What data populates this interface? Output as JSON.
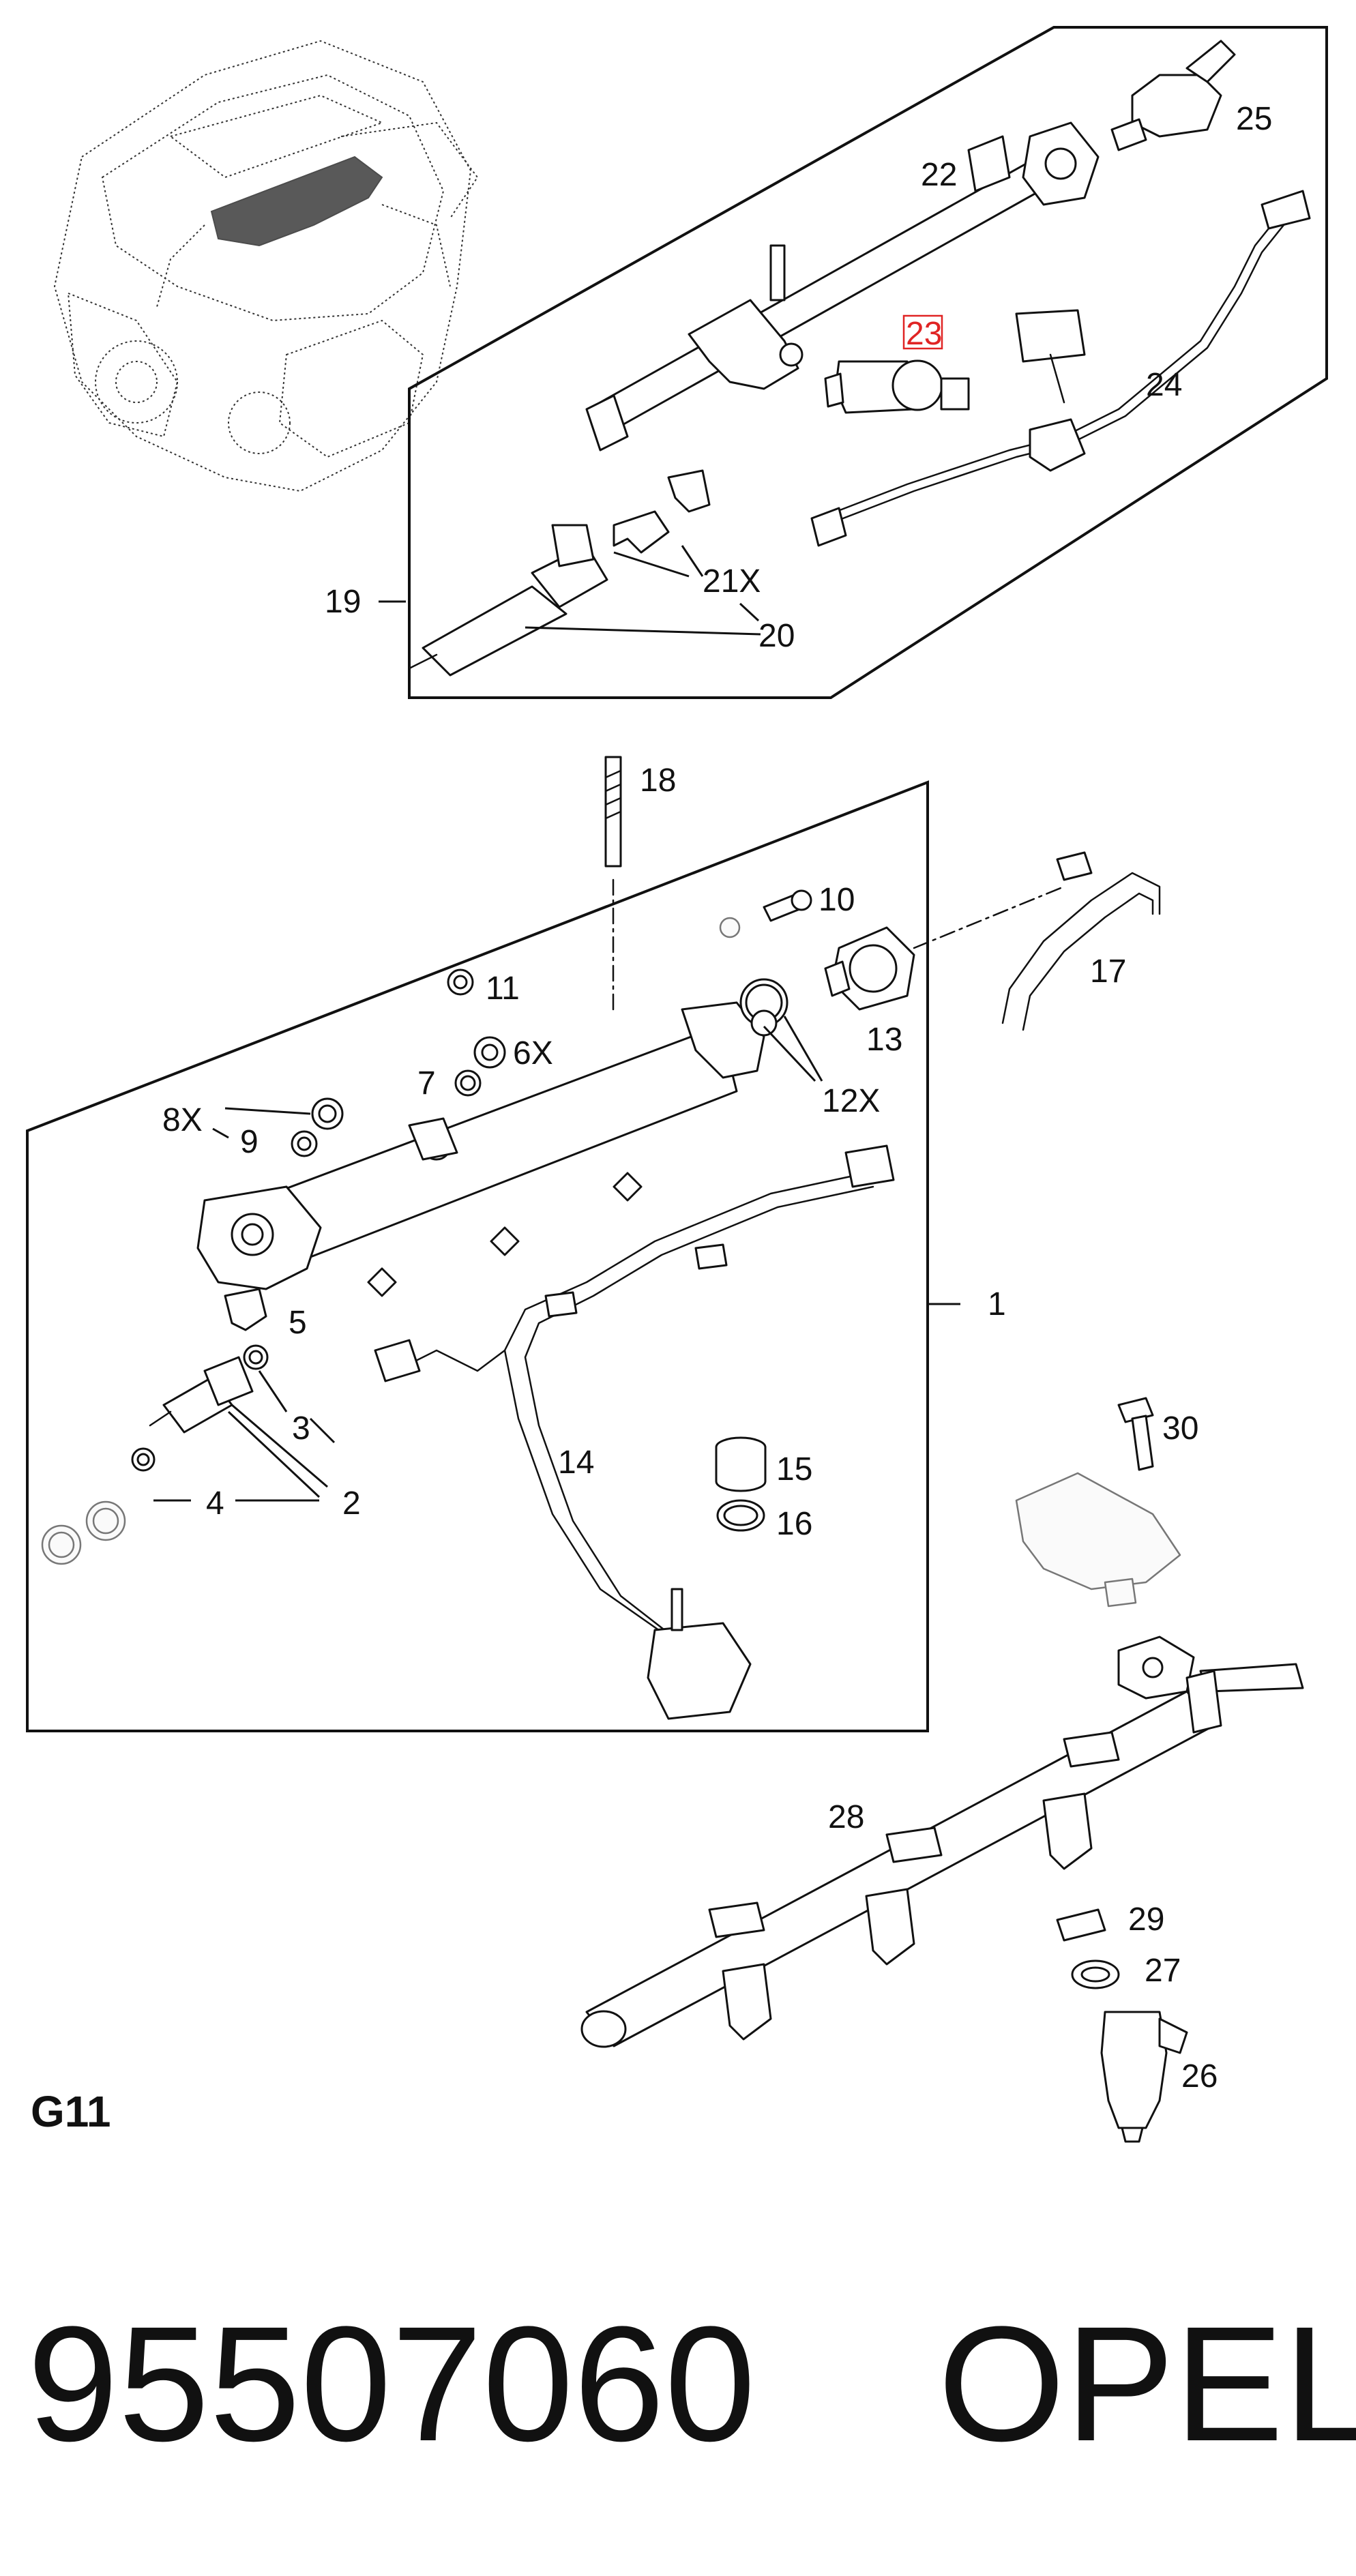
{
  "diagram": {
    "section_code": "G11",
    "part_number": "95507060",
    "brand": "OPEL",
    "highlight_color": "#e02424",
    "callouts": {
      "c1": "1",
      "c2": "2",
      "c3": "3",
      "c4": "4",
      "c5": "5",
      "c6": "6X",
      "c7": "7",
      "c8": "8X",
      "c9": "9",
      "c10": "10",
      "c11": "11",
      "c12": "12X",
      "c13": "13",
      "c14": "14",
      "c15": "15",
      "c16": "16",
      "c17": "17",
      "c18": "18",
      "c19": "19",
      "c20": "20",
      "c21": "21X",
      "c22": "22",
      "c23": "23",
      "c24": "24",
      "c25": "25",
      "c26": "26",
      "c27": "27",
      "c28": "28",
      "c29": "29",
      "c30": "30"
    },
    "highlighted_callout": "23"
  }
}
